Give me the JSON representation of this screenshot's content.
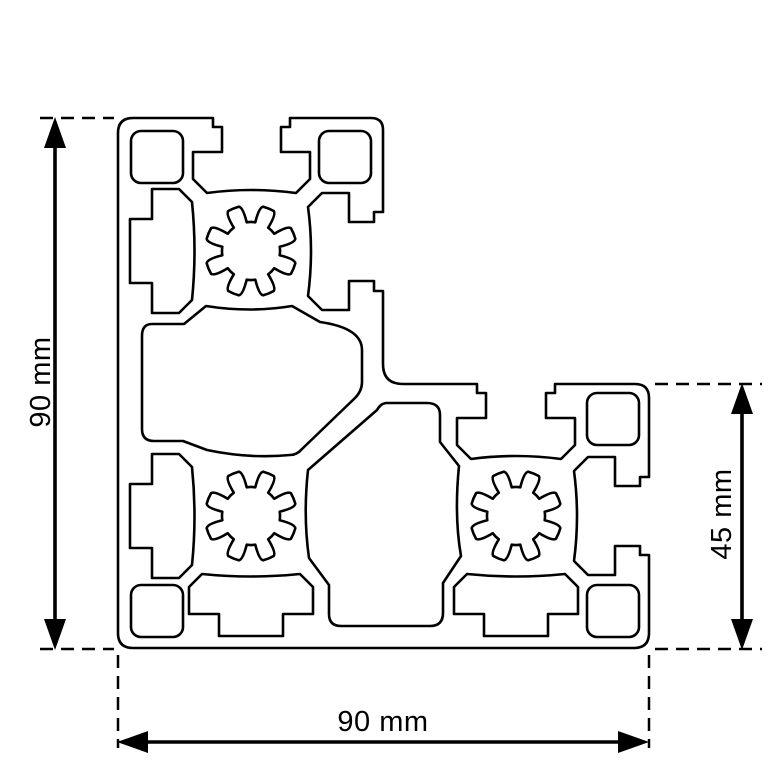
{
  "drawing": {
    "type": "technical-cross-section",
    "subject": "aluminium-extrusion-profile",
    "background_color": "#ffffff",
    "line_color": "#000000",
    "spline_holes": 3,
    "corner_bores": 5
  },
  "dimensions": {
    "left": {
      "label": "90 mm",
      "orientation": "vertical",
      "arrow_icon": "double-headed-arrow-vertical"
    },
    "right": {
      "label": "45 mm",
      "orientation": "vertical",
      "arrow_icon": "double-headed-arrow-vertical"
    },
    "bottom": {
      "label": "90 mm",
      "orientation": "horizontal",
      "arrow_icon": "double-headed-arrow-horizontal"
    }
  }
}
